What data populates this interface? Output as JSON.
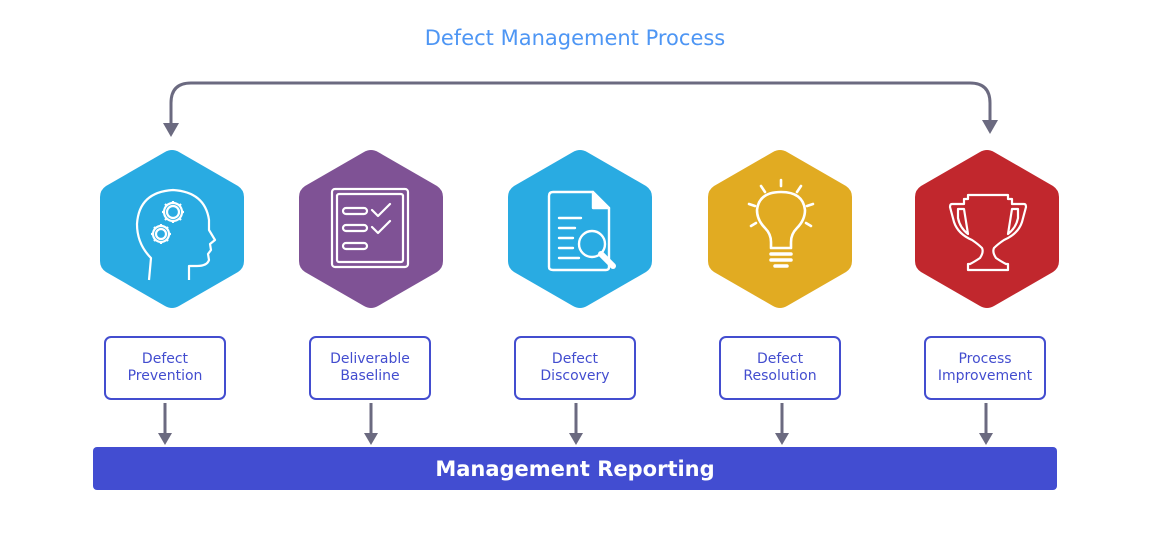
{
  "title": "Defect Management Process",
  "colors": {
    "title": "#4e96f4",
    "connector": "#6b6a80",
    "label_border": "#434dcf",
    "bar": "#424dd1"
  },
  "steps": [
    {
      "line1": "Defect",
      "line2": "Prevention",
      "icon": "head-gears-icon",
      "color": "#29abe2"
    },
    {
      "line1": "Deliverable",
      "line2": "Baseline",
      "icon": "checklist-icon",
      "color": "#7f5295"
    },
    {
      "line1": "Defect",
      "line2": "Discovery",
      "icon": "document-search-icon",
      "color": "#29abe2"
    },
    {
      "line1": "Defect",
      "line2": "Resolution",
      "icon": "lightbulb-icon",
      "color": "#e1ab22"
    },
    {
      "line1": "Process",
      "line2": "Improvement",
      "icon": "trophy-icon",
      "color": "#c1272d"
    }
  ],
  "bottom_bar": {
    "label": "Management Reporting"
  }
}
